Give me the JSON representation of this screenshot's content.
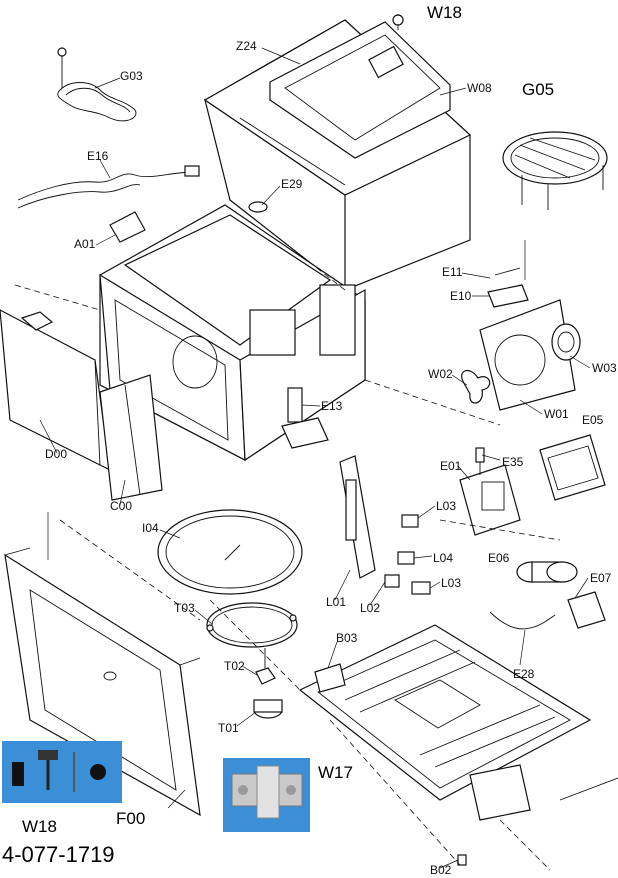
{
  "labels": {
    "W18_top": "W18",
    "Z24": "Z24",
    "G03": "G03",
    "W08": "W08",
    "G05": "G05",
    "E16": "E16",
    "E29": "E29",
    "A01": "A01",
    "E11": "E11",
    "E10": "E10",
    "W03": "W03",
    "W02": "W02",
    "E13": "E13",
    "W01": "W01",
    "E05": "E05",
    "D00": "D00",
    "E01": "E01",
    "E35": "E35",
    "C00": "C00",
    "L03_a": "L03",
    "I04": "I04",
    "E06": "E06",
    "L04": "L04",
    "E07": "E07",
    "L03_b": "L03",
    "L01": "L01",
    "L02": "L02",
    "T03": "T03",
    "B03": "B03",
    "E28": "E28",
    "T02": "T02",
    "T01": "T01",
    "W17": "W17",
    "W18_bottom": "W18",
    "F00": "F00",
    "B02": "B02"
  },
  "document_number": "4-077-1719",
  "colors": {
    "photo_background": "#3a8fd6",
    "line": "#111111"
  }
}
